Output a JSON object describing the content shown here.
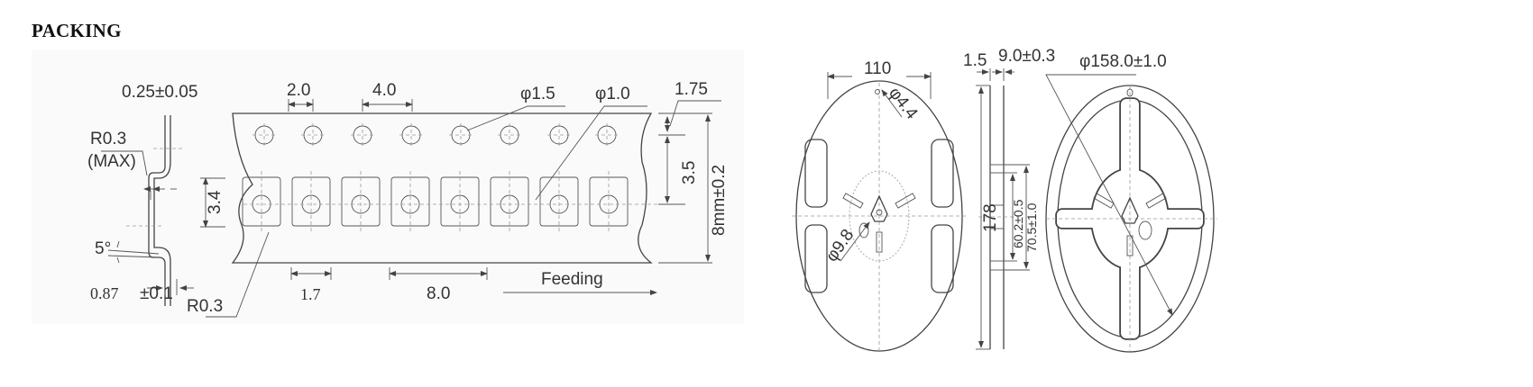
{
  "title": "PACKING",
  "lead_profile": {
    "thickness": "0.25±0.05",
    "radius_label": "R0.3",
    "radius_note": "(MAX)",
    "angle": "5°",
    "width": "0.87",
    "width_tol": "±0.1"
  },
  "tape": {
    "sprocket_pitch_half": "2.0",
    "sprocket_pitch": "4.0",
    "sprocket_hole": "φ1.5",
    "pocket_hole": "φ1.0",
    "edge_offset": "1.75",
    "pocket_offset": "3.5",
    "tape_width": "8mm±0.2",
    "pocket_length": "3.4",
    "pocket_width": "1.7",
    "pocket_pitch": "8.0",
    "corner_radius": "R0.3",
    "feed_label": "Feeding"
  },
  "reel_front": {
    "hub_span": "110",
    "small_hole": "φ4.4",
    "arbor_hole": "φ9.8"
  },
  "reel_side": {
    "flange_thickness": "1.5",
    "inner_width": "9.0±0.3",
    "diameter": "178",
    "hub_inner": "60.2±0.5",
    "hub_outer": "70.5±1.0"
  },
  "reel_back": {
    "diameter": "φ158.0±1.0"
  }
}
